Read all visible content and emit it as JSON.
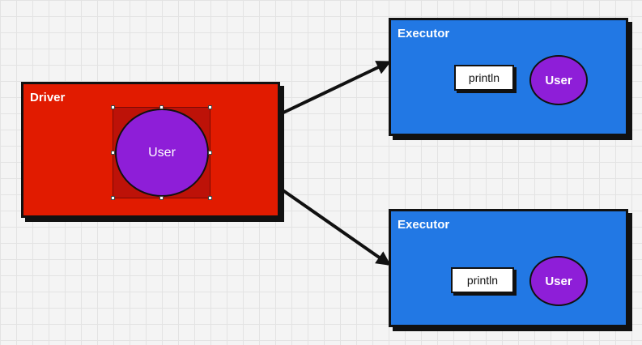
{
  "driver": {
    "title": "Driver",
    "node_label": "User"
  },
  "executors": [
    {
      "title": "Executor",
      "call_label": "println",
      "node_label": "User"
    },
    {
      "title": "Executor",
      "call_label": "println",
      "node_label": "User"
    }
  ],
  "edges": [
    {
      "from": "Driver",
      "to": "Executor 1"
    },
    {
      "from": "Driver",
      "to": "Executor 2"
    }
  ],
  "colors": {
    "driver_fill": "#e11b00",
    "executor_fill": "#2278e4",
    "user_node_fill": "#8e1ed8",
    "outline": "#111111"
  }
}
